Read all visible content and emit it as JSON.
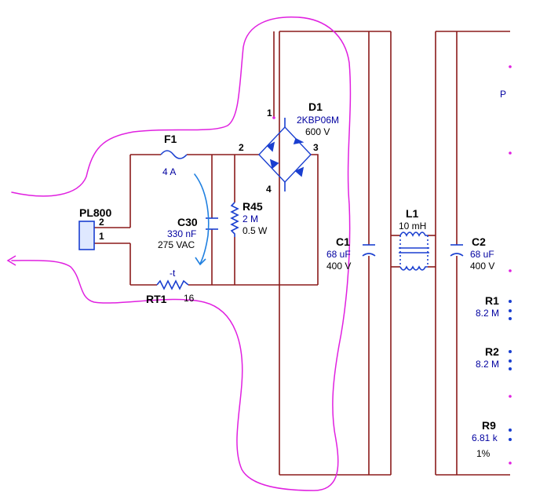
{
  "colors": {
    "wire": "#8b1a1a",
    "component": "#1a3fd0",
    "annotation": "#e020e0",
    "arrow": "#2080e0",
    "text_blue": "#0000a0"
  },
  "components": {
    "pl800": {
      "ref": "PL800",
      "pin2": "2",
      "pin1": "1"
    },
    "f1": {
      "ref": "F1",
      "value": "4 A"
    },
    "c30": {
      "ref": "C30",
      "value": "330 nF",
      "rating": "275 VAC"
    },
    "r45": {
      "ref": "R45",
      "value": "2 M",
      "power": "0.5 W"
    },
    "rt1": {
      "ref": "RT1",
      "value": "16",
      "symbol": "-t"
    },
    "d1": {
      "ref": "D1",
      "part": "2KBP06M",
      "rating": "600 V",
      "pin1": "1",
      "pin2": "2",
      "pin3": "3",
      "pin4": "4"
    },
    "c1": {
      "ref": "C1",
      "value": "68 uF",
      "rating": "400 V"
    },
    "l1": {
      "ref": "L1",
      "value": "10 mH"
    },
    "c2": {
      "ref": "C2",
      "value": "68 uF",
      "rating": "400 V"
    },
    "r1": {
      "ref": "R1",
      "value": "8.2 M"
    },
    "r2": {
      "ref": "R2",
      "value": "8.2 M"
    },
    "r9": {
      "ref": "R9",
      "value": "6.81 k",
      "tolerance": "1%"
    }
  },
  "cut_text": "P"
}
